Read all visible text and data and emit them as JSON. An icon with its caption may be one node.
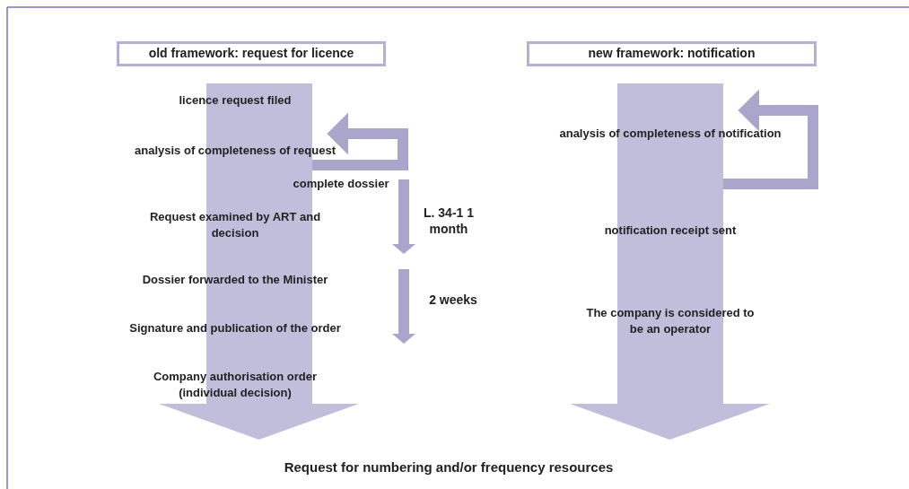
{
  "diagram": {
    "nodes": [
      {
        "text": [
          "old framework: request for licence"
        ]
      },
      {
        "text": [
          "new framework: notification"
        ]
      },
      {
        "text": [
          "licence request filed",
          "analysis of completeness of request",
          "complete dossier",
          "Request examined by ART and decision",
          "Dossier forwarded to the Minister",
          "Signature and publication of the order",
          "Company authorisation order (individual decision)"
        ]
      },
      {
        "text": [
          "analysis of completeness of notification",
          "notification receipt sent",
          "The company is considered to be an operator"
        ]
      }
    ],
    "edges": [
      {
        "from": 2,
        "to": 2,
        "arrow": "to"
      },
      {
        "from": 3,
        "to": 3,
        "arrow": "to"
      }
    ],
    "labels": [
      "L. 34-1 1 month",
      "2 weeks",
      "Request for numbering and/or frequency resources"
    ]
  }
}
